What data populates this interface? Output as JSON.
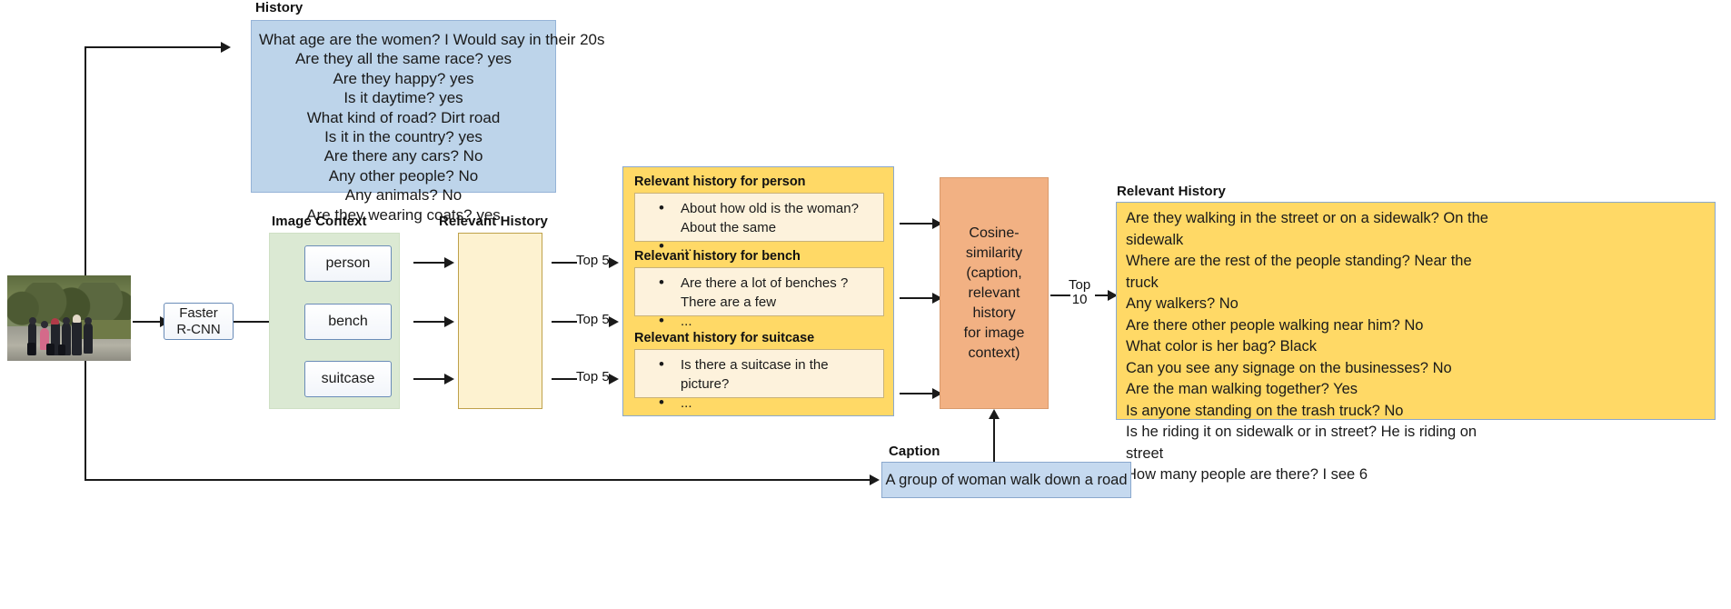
{
  "labels": {
    "history": "History",
    "image_context": "Image Context",
    "relevant_history": "Relevant History",
    "relevant_history_out": "Relevant History",
    "caption": "Caption"
  },
  "model": {
    "name_line1": "Faster",
    "name_line2": "R-CNN"
  },
  "history_lines": [
    "What age are the women? I Would say in their 20s",
    "Are they all the same race? yes",
    "Are they happy? yes",
    "Is it daytime? yes",
    "What kind of road? Dirt road",
    "Is it in the country? yes",
    "Are there any cars? No",
    "Any other people? No",
    "Any animals? No",
    "Are they wearing coats? yes"
  ],
  "objects": [
    {
      "label": "person"
    },
    {
      "label": "bench"
    },
    {
      "label": "suitcase"
    }
  ],
  "topk_edges": [
    {
      "text": "Top 5"
    },
    {
      "text": "Top 5"
    },
    {
      "text": "Top 5"
    }
  ],
  "per_object_history": [
    {
      "title": "Relevant history for person",
      "bullets": [
        "About how old is the woman? About the same",
        "..."
      ]
    },
    {
      "title": "Relevant history for bench",
      "bullets": [
        "Are there a lot of benches ? There are a few",
        "..."
      ]
    },
    {
      "title": "Relevant history for suitcase",
      "bullets": [
        "Is there a suitcase in the picture?",
        "..."
      ]
    }
  ],
  "cosine": {
    "lines": [
      "Cosine-similarity",
      "(caption,",
      "relevant history",
      "for image",
      "context)"
    ]
  },
  "top10": {
    "line1": "Top",
    "line2": "10"
  },
  "relevant_history_output": [
    "Are they walking in the street or on a sidewalk? On the",
    "sidewalk",
    "Where are the rest of the people standing? Near the",
    "truck",
    "Any walkers? No",
    "Are there other people walking near him? No",
    "What color is her bag? Black",
    "Can you see any signage on the businesses? No",
    "Are the man walking together? Yes",
    "Is anyone standing on the trash truck? No",
    "Is he riding it on sidewalk or in street? He is riding on",
    "street",
    "How many people are there? I see 6"
  ],
  "caption_text": "A group of woman walk down a road",
  "colors": {
    "history_blue": "#bdd4ea",
    "image_context_green": "#dbe9d3",
    "relevant_history_cream": "#fdf2d0",
    "per_object_yellow": "#ffd966",
    "cosine_orange": "#f2b183",
    "output_yellow": "#ffd966",
    "caption_blue": "#c5d9ef"
  }
}
